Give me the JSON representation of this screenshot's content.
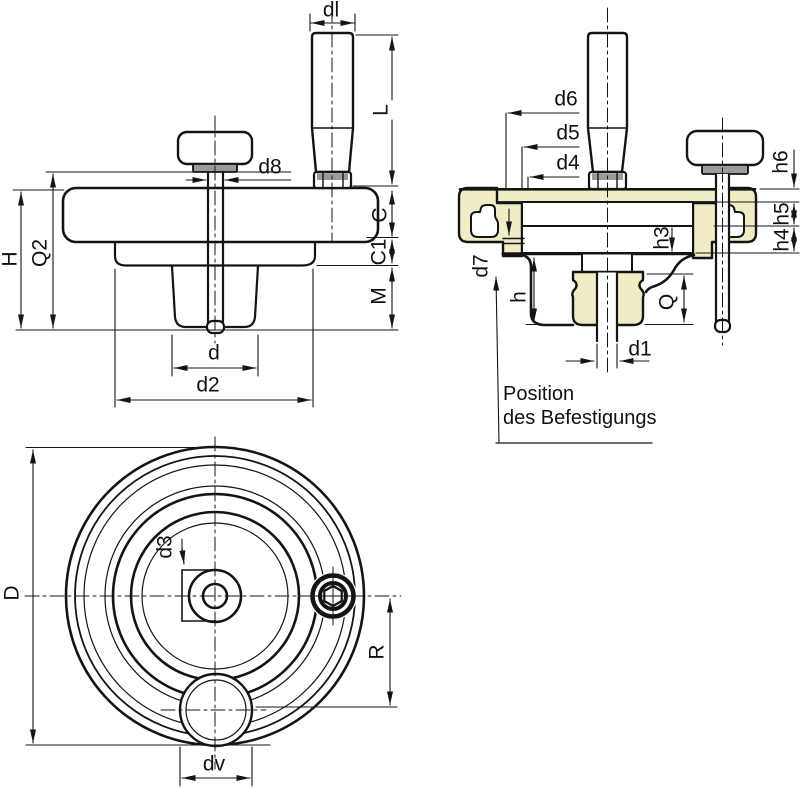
{
  "drawing_title": "Handwheel dimensional drawing",
  "colors": {
    "section_highlight": "#f0edc6",
    "outline": "#141414",
    "metal_gray": "#9a9a9a"
  },
  "front_view": {
    "dl": "dl",
    "L": "L",
    "d8": "d8",
    "C": "C",
    "C1": "C1",
    "M": "M",
    "H": "H",
    "Q2": "Q2",
    "d": "d",
    "d2": "d2"
  },
  "section_view": {
    "d6": "d6",
    "d5": "d5",
    "d4": "d4",
    "h6": "h6",
    "h5": "h5",
    "h4": "h4",
    "h3": "h3",
    "d7": "d7",
    "h": "h",
    "Q": "Q",
    "d1": "d1",
    "note_line1": "Position",
    "note_line2": "des Befestigungs"
  },
  "top_view": {
    "D": "D",
    "d3": "d3",
    "R": "R",
    "dv": "dv"
  }
}
